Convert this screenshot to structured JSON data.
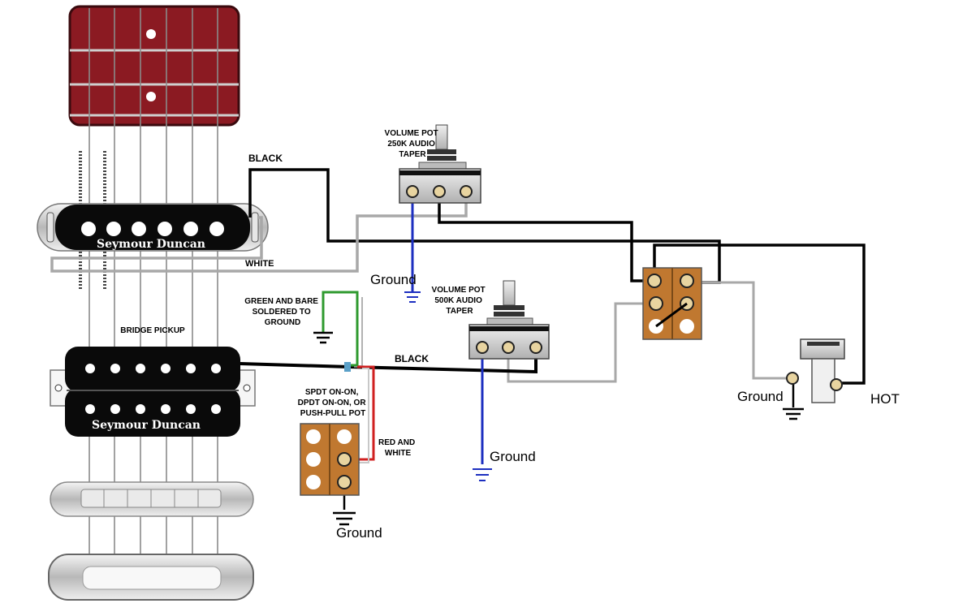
{
  "labels": {
    "black_top": "BLACK",
    "white": "WHITE",
    "black_bottom": "BLACK",
    "vol_pot_250": [
      "VOLUME POT",
      "250K AUDIO",
      "TAPER"
    ],
    "vol_pot_500": [
      "VOLUME POT",
      "500K AUDIO",
      "TAPER"
    ],
    "green_bare": [
      "GREEN AND BARE",
      "SOLDERED TO",
      "GROUND"
    ],
    "bridge_pickup": "BRIDGE PICKUP",
    "switch_options": [
      "SPDT ON-ON,",
      "DPDT ON-ON, OR",
      "PUSH-PULL POT"
    ],
    "red_white": [
      "RED AND",
      "WHITE"
    ],
    "ground_250": "Ground",
    "ground_500": "Ground",
    "ground_switch": "Ground",
    "ground_jack": "Ground",
    "hot": "HOT",
    "brand_single": "Seymour Duncan",
    "brand_humbucker": "Seymour Duncan"
  },
  "colors": {
    "neck_red": "#8b1a22",
    "wire_black": "#000000",
    "wire_white": "#a8a8a8",
    "wire_ground": "#1d2fc0",
    "wire_green": "#2e9a2e",
    "wire_red": "#d02020",
    "lug_board": "#c07830",
    "lug": "#e8d4a0"
  }
}
